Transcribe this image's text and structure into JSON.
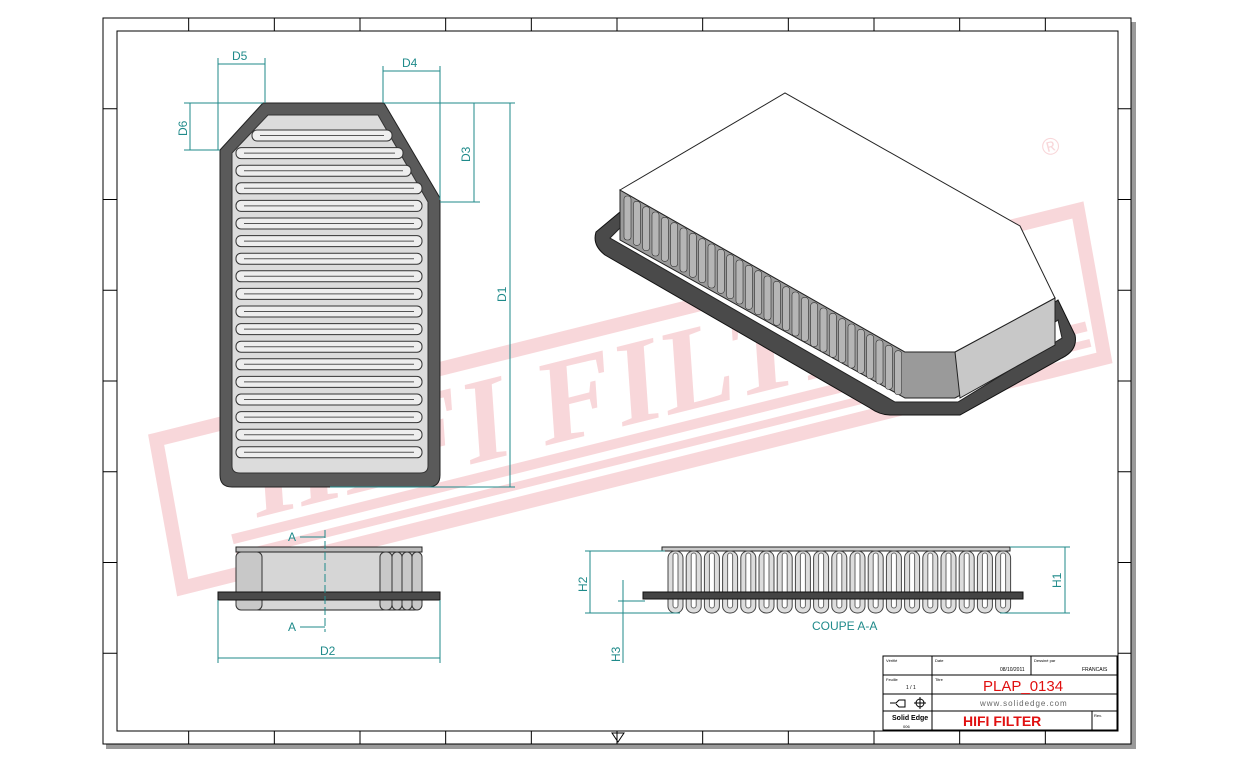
{
  "watermark": "HIFI FILTER",
  "registered_mark": "®",
  "dimensions": {
    "d1": "D1",
    "d2": "D2",
    "d3": "D3",
    "d4": "D4",
    "d5": "D5",
    "d6": "D6",
    "h1": "H1",
    "h2": "H2",
    "h3": "H3",
    "section_mark": "A",
    "section_title": "COUPE A-A"
  },
  "title_block": {
    "checked_label": "Vérifié",
    "date_label": "Date",
    "date": "08/10/2011",
    "drawn_by_label": "Dessiné par",
    "drawn_by": "FRANCAIS",
    "sheet_label": "Feuille",
    "sheet": "1 / 1",
    "title_label": "Titre",
    "part_number": "PLAP_0134",
    "website": "www.solidedge.com",
    "software": "Solid Edge",
    "software_sub": "006",
    "brand": "HIFI FILTER",
    "rev_label": "Rev."
  },
  "colors": {
    "dimension": "#1f8a8a",
    "brand_red": "#e01010",
    "watermark": "#f4b8bc"
  }
}
